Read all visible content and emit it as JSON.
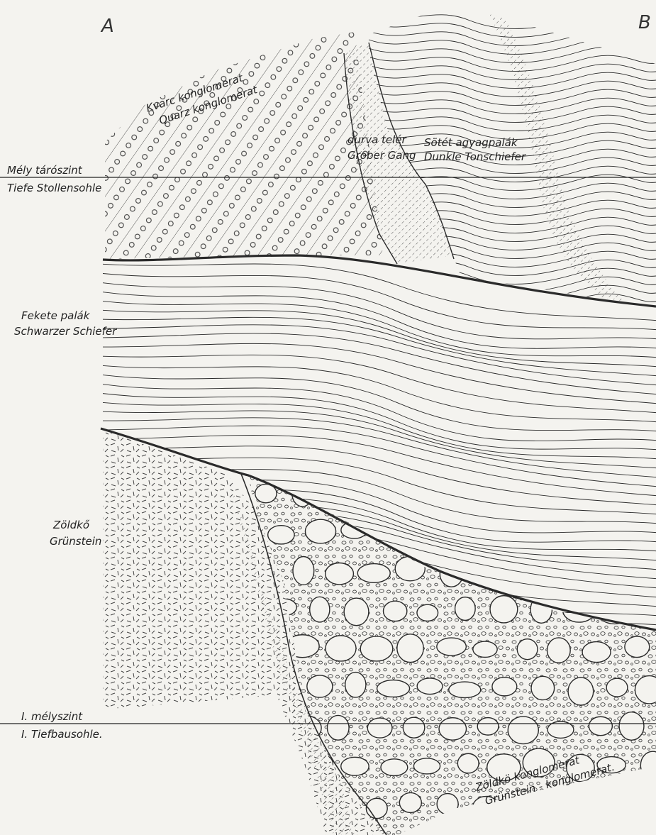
{
  "corners": {
    "left": "A",
    "right": "B"
  },
  "levels": {
    "deep_adit": {
      "hu": "Mély tárószint",
      "de": "Tiefe Stollensohle"
    },
    "first_deep": {
      "hu": "I. mélyszint",
      "de": "I. Tiefbausohle."
    }
  },
  "units": {
    "quartz_conglomerate": {
      "hu": "Kvarc konglomerat",
      "de": "Quarz konglomerat"
    },
    "coarse_vein": {
      "hu": "durva telér",
      "de": "Grober Gang"
    },
    "dark_clay_slate": {
      "hu": "Sötét agyagpalák",
      "de": "Dunkle Tonschiefer"
    },
    "black_slate": {
      "hu": "Fekete palák",
      "de": "Schwarzer Schiefer"
    },
    "greenstone": {
      "hu": "Zöldkő",
      "de": "Grünstein"
    },
    "greenstone_conglomerate": {
      "hu": "Zöldkö konglomerat",
      "de": "Grünstein - konglomerat."
    }
  },
  "colors": {
    "paper": "#f4f3ef",
    "ink": "#2a2a2a"
  }
}
